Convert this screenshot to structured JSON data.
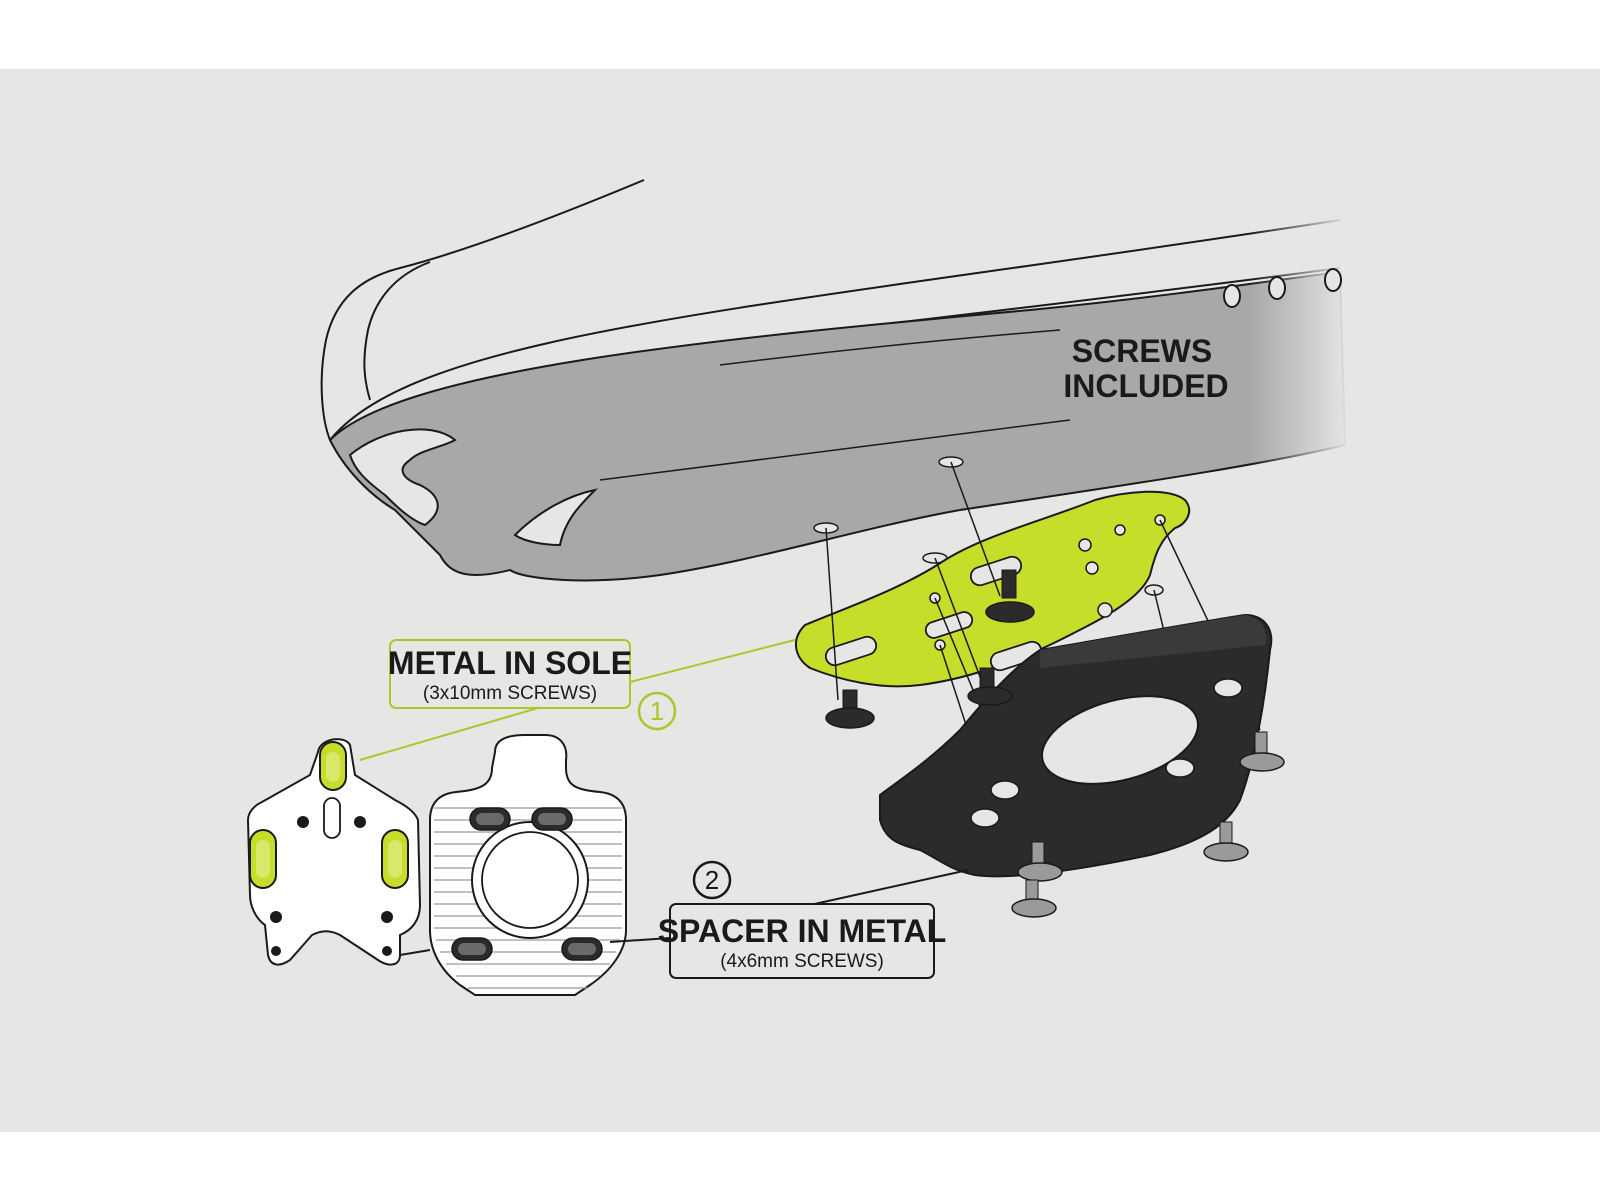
{
  "labels": {
    "screws_included_line1": "SCREWS",
    "screws_included_line2": "INCLUDED",
    "metal_in_sole_title": "METAL IN SOLE",
    "metal_in_sole_sub": "(3x10mm SCREWS)",
    "spacer_in_metal_title": "SPACER IN METAL",
    "spacer_in_metal_sub": "(4x6mm SCREWS)",
    "step1": "1",
    "step2": "2"
  },
  "colors": {
    "page_background": "#ffffff",
    "panel_background": "#e6e6e4",
    "sole": "#a8a8a8",
    "accent_green": "#c6dd2a",
    "callout_green": "#a6c92a",
    "spacer_black": "#2b2b2b",
    "screw_grey": "#9a9a9a",
    "outline": "#1a1a1a"
  },
  "icons": [
    "shoe-sole",
    "metal-sole-plate",
    "spacer-plate",
    "cleat-front",
    "cleat-back",
    "screw"
  ]
}
